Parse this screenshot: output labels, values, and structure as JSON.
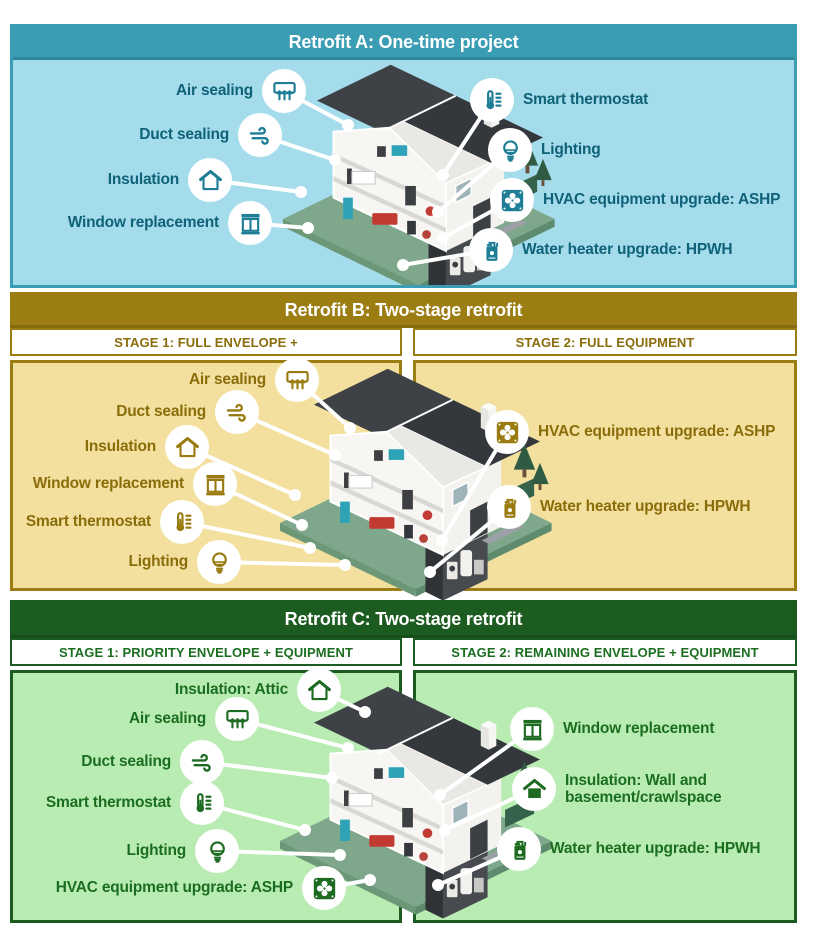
{
  "panels": [
    {
      "id": "A",
      "title": "Retrofit A: One-time project",
      "colors": {
        "header": "#3a9db4",
        "body": "#a4dcec",
        "text": "#0f6278",
        "icon": "#1e7e96"
      },
      "callouts": {
        "left": [
          {
            "label": "Air sealing",
            "icon": "air-sealing-icon"
          },
          {
            "label": "Duct sealing",
            "icon": "duct-sealing-icon"
          },
          {
            "label": "Insulation",
            "icon": "insulation-icon"
          },
          {
            "label": "Window replacement",
            "icon": "window-replacement-icon"
          }
        ],
        "right": [
          {
            "label": "Smart thermostat",
            "icon": "smart-thermostat-icon"
          },
          {
            "label": "Lighting",
            "icon": "lighting-icon"
          },
          {
            "label": "HVAC equipment upgrade: ASHP",
            "icon": "hvac-fan-icon"
          },
          {
            "label": "Water heater upgrade: HPWH",
            "icon": "water-heater-icon"
          }
        ]
      }
    },
    {
      "id": "B",
      "title": "Retrofit B: Two-stage retrofit",
      "stage1": "STAGE 1: FULL ENVELOPE +",
      "stage2": "STAGE 2: FULL EQUIPMENT",
      "colors": {
        "header": "#9c7d12",
        "body": "#f3e09e",
        "text": "#8a6d0b",
        "icon": "#9a7b10"
      },
      "callouts": {
        "left": [
          {
            "label": "Air sealing",
            "icon": "air-sealing-icon"
          },
          {
            "label": "Duct sealing",
            "icon": "duct-sealing-icon"
          },
          {
            "label": "Insulation",
            "icon": "insulation-icon"
          },
          {
            "label": "Window replacement",
            "icon": "window-replacement-icon"
          },
          {
            "label": "Smart thermostat",
            "icon": "smart-thermostat-icon"
          },
          {
            "label": "Lighting",
            "icon": "lighting-icon"
          }
        ],
        "right": [
          {
            "label": "HVAC equipment upgrade: ASHP",
            "icon": "hvac-fan-icon"
          },
          {
            "label": "Water heater upgrade: HPWH",
            "icon": "water-heater-icon"
          }
        ]
      }
    },
    {
      "id": "C",
      "title": "Retrofit C: Two-stage retrofit",
      "stage1": "STAGE 1: PRIORITY ENVELOPE + EQUIPMENT",
      "stage2": "STAGE 2: REMAINING ENVELOPE + EQUIPMENT",
      "colors": {
        "header": "#1d5c21",
        "body": "#b9ecb2",
        "text": "#1b6e20",
        "icon": "#1d6b21"
      },
      "callouts": {
        "left": [
          {
            "label": "Insulation: Attic",
            "icon": "insulation-icon"
          },
          {
            "label": "Air sealing",
            "icon": "air-sealing-icon"
          },
          {
            "label": "Duct sealing",
            "icon": "duct-sealing-icon"
          },
          {
            "label": "Smart thermostat",
            "icon": "smart-thermostat-icon"
          },
          {
            "label": "Lighting",
            "icon": "lighting-icon"
          },
          {
            "label": "HVAC equipment upgrade: ASHP",
            "icon": "hvac-fan-icon"
          }
        ],
        "right": [
          {
            "label": "Window replacement",
            "icon": "window-replacement-icon"
          },
          {
            "label": "Insulation: Wall and basement/crawlspace",
            "icon": "insulation-filled-icon"
          },
          {
            "label": "Water heater upgrade: HPWH",
            "icon": "water-heater-icon"
          }
        ]
      }
    }
  ]
}
